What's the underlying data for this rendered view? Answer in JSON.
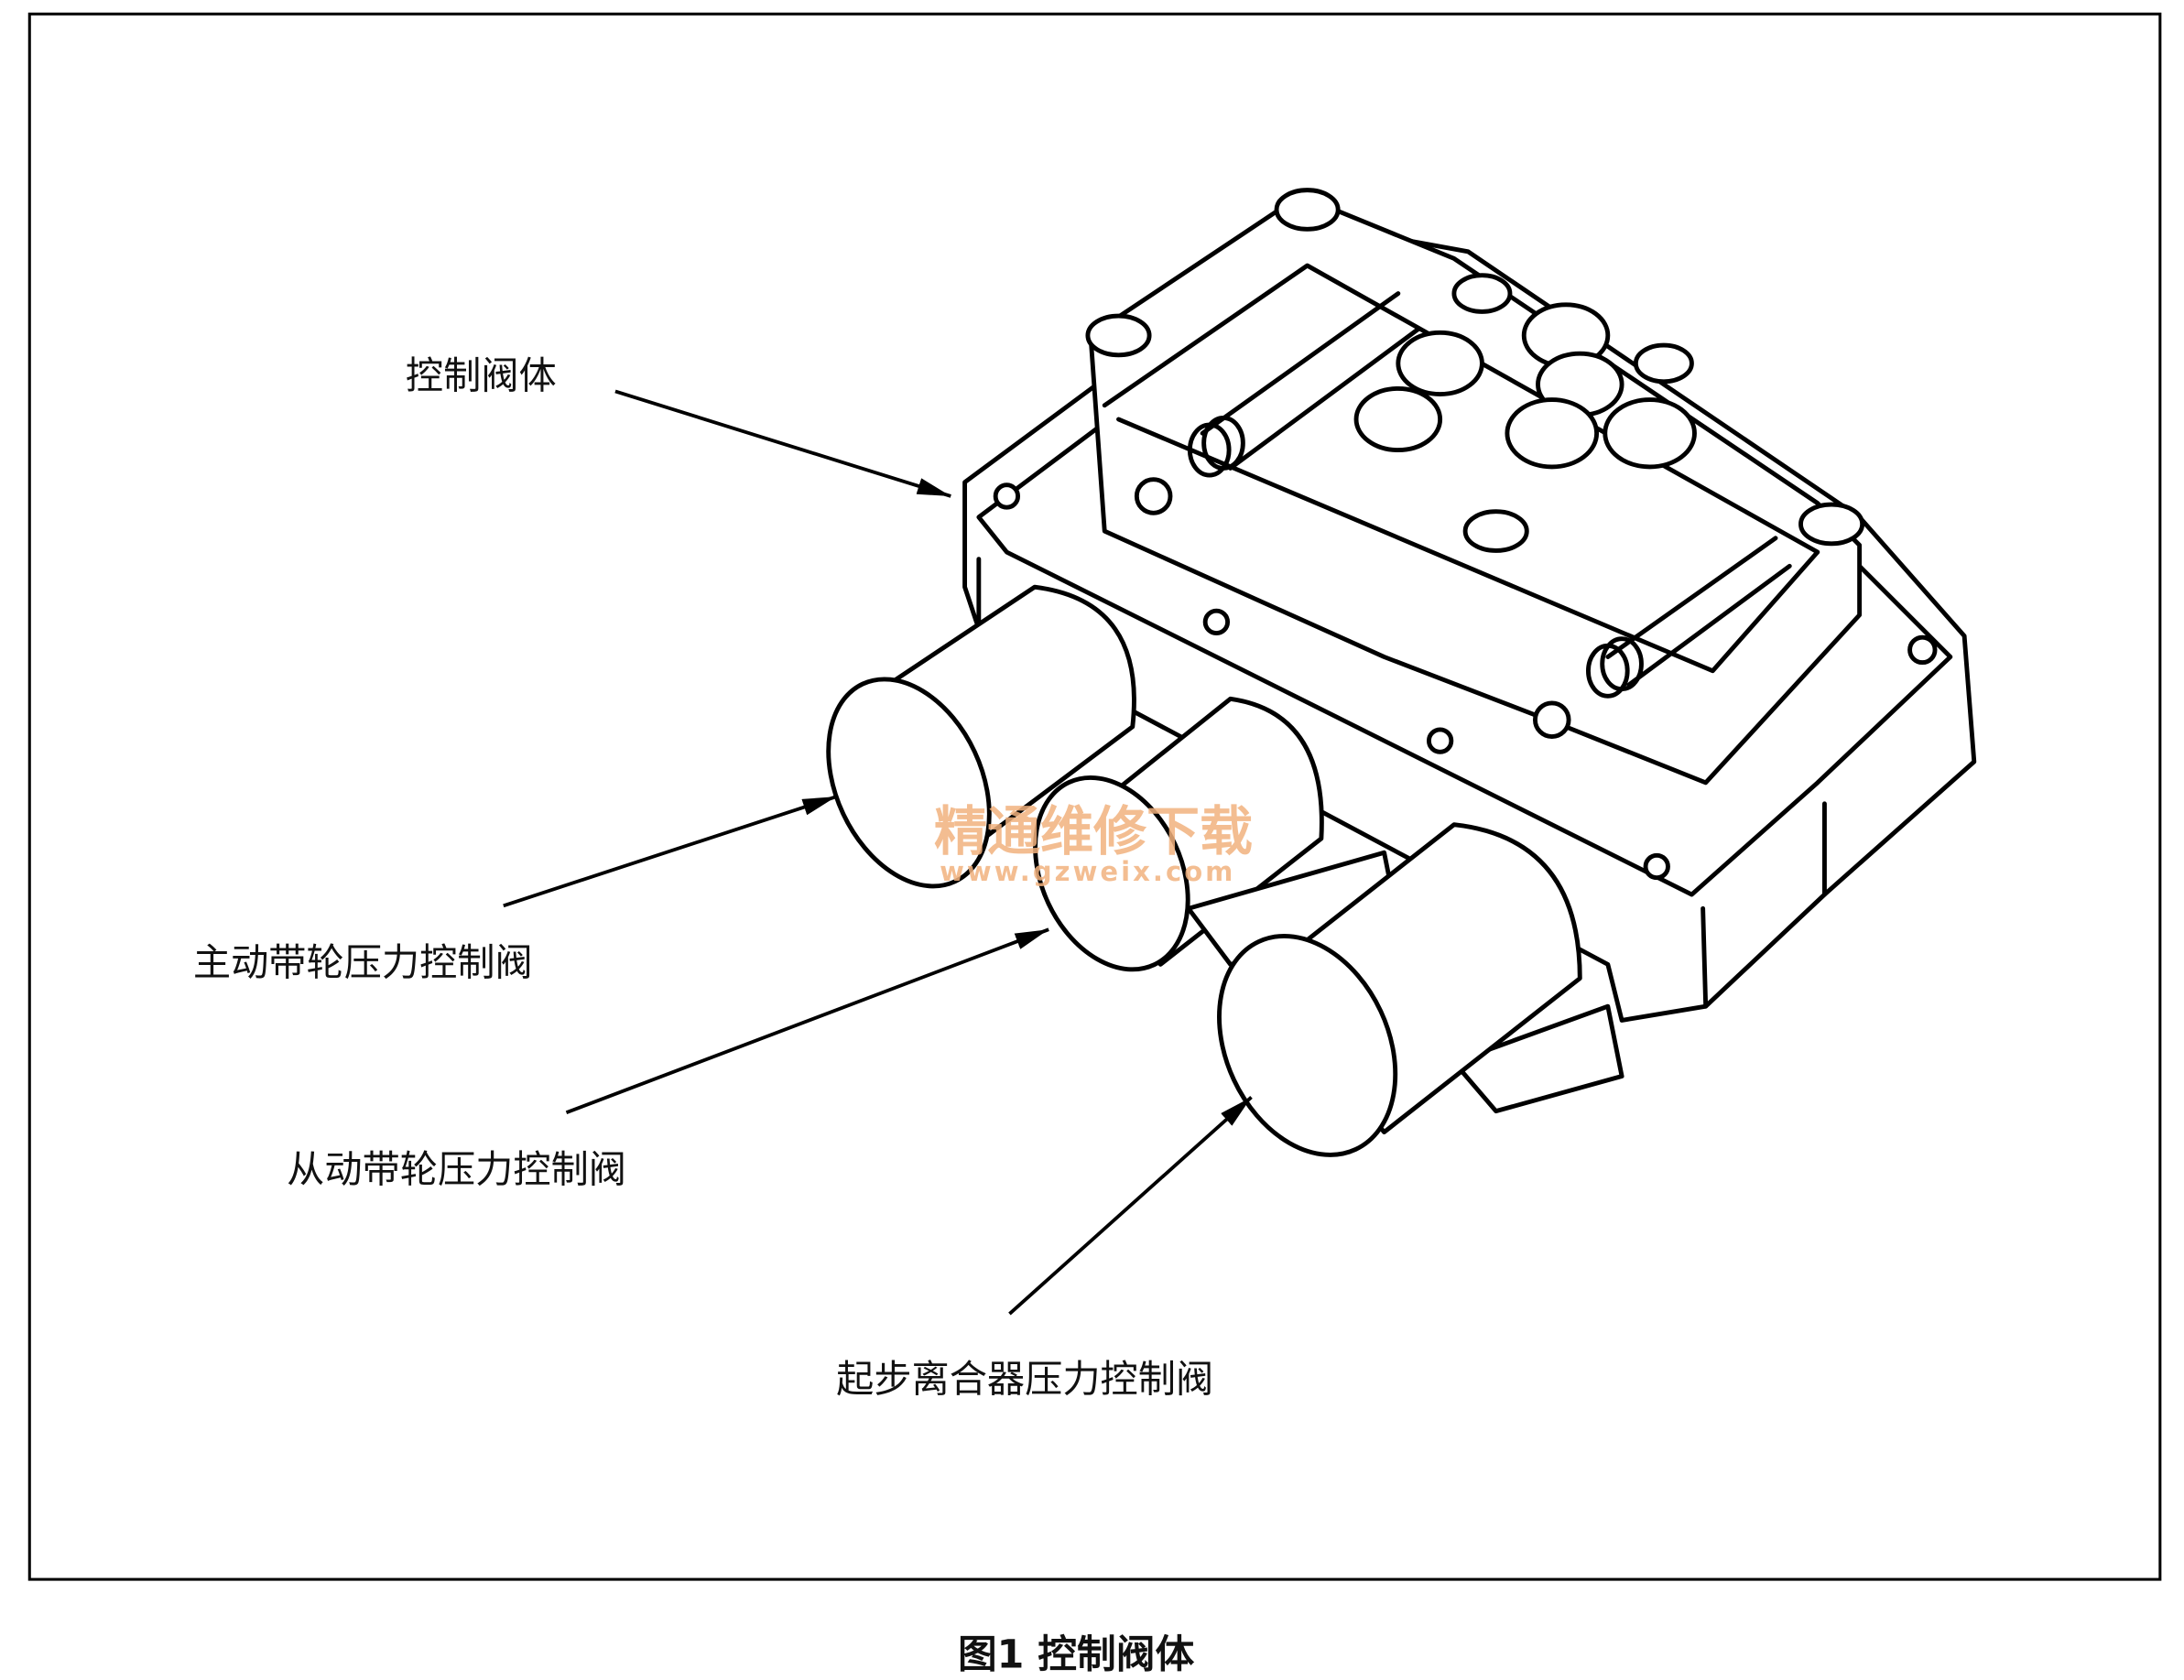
{
  "labels": {
    "valve_body": "控制阀体",
    "drive_pulley_valve": "主动带轮压力控制阀",
    "driven_pulley_valve": "从动带轮压力控制阀",
    "start_clutch_valve": "起步离合器压力控制阀"
  },
  "caption": "图1 控制阀体",
  "watermark": {
    "title": "精通维修下载",
    "url": "www.gzweix.com",
    "color": "#f2b27e"
  }
}
